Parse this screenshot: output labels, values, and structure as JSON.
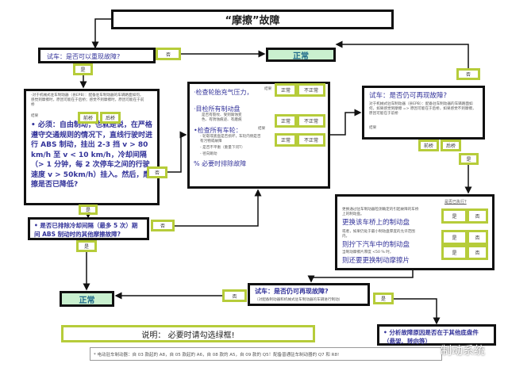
{
  "title": "“摩擦”故障",
  "q1": {
    "text": "试车：是否可以重现故障?",
    "no": "否",
    "yes": "是"
  },
  "normal": "正常",
  "left_box": {
    "small": "-对于机械式驻车制动器（县EPB）：配备驻车制动器的车辆路面如何，感觉到摩擦时，原因可能在于后桥；感觉不到摩擦时，原因可能在于前桥",
    "result": "结果",
    "front": "前桥",
    "rear": "后桥",
    "main": "• 必须：自由制动，也就是说，在严格遵守交通规则的情况下，直线行驶时进行 ABS 制动，挂出 2-3 挡 v > 80 km/h 至 v < 10 km/h，冷却间隔（> 1 分钟，每 2 次停车之间的行驶速度 v > 50km/h）挂入。然后，摩擦是否已降低?",
    "no": "否",
    "yes": "是"
  },
  "q2": {
    "text": "• 是否已排除冷却间隔（最多 5 次）期间 ABS 制动时的其他摩擦故障?",
    "no": "否",
    "yes": "是"
  },
  "mid_box": {
    "items": [
      {
        "title": "·检查轮胎充气压力，",
        "suffix": "结果",
        "ok": "正常",
        "nok": "不正常"
      },
      {
        "title": "·目检所有制动盘",
        "sub": "是否有裂纹、受到腐蚀变色、有锈蚀痕迹、有磨痕",
        "suffix": "结果",
        "ok": "正常",
        "nok": "不正常"
      },
      {
        "title": "•检查所有车轮：",
        "sub": "- 轮毂或底盘是否损坏，车轮内侧是否有污物或故障",
        "sub2": "- 是否不平衡（重量下问T）",
        "sub3": "- 径向跳动",
        "ok": "正常",
        "nok": "不正常"
      }
    ],
    "footer": "% 必要时排除故障"
  },
  "right_box": {
    "title": "试车：是否仍可再现故障?",
    "small": "对于机械式驻车制动器（县EPB）：配备驻车制动器的车辆路面如何，如果感觉到摩擦 => 原因可能在于后桥，如果感觉不到摩擦，原因可能在于前桥",
    "result": "结果",
    "front": "前桥",
    "rear": "后桥",
    "no": "否",
    "yes": "是"
  },
  "action_box": {
    "heading": "是否已执行?",
    "rows": [
      {
        "small": "更换通过驻车制动器检测确定的引起故障的车桥上的制动盘。",
        "big": "更换该车桥上的制动盘",
        "yes": "是",
        "no": "否"
      },
      {
        "small": "或者，如果仍处于最小制动盘厚度的允许范围内，",
        "big": "则拧下汽车中的制动盘",
        "yes": "是",
        "no": "否"
      },
      {
        "small": "当制动摩擦片厚度 <50 % 时，",
        "big": "则还要更换制动摩擦片",
        "yes": "是",
        "no": "否"
      }
    ]
  },
  "q3": {
    "text": "试车：是否仍可再现故障?",
    "sub": "（对配备制动器和机械式驻车制动器的车辆进行制动）",
    "no": "否",
    "yes": "是"
  },
  "analysis": "• 分析故障原因是否在于其他底盘件（悬架、转向等）",
  "note": "说明：  必要时请勾选绿框!",
  "footnote": "* 电动驻车制动器：自 03 款起的 A8，自 05 款起的 A6，自 08 款的 A5，自 09 款的 Q5！配备普通驻车制动器的 Q7 和 R8!",
  "watermark": "制动系统"
}
